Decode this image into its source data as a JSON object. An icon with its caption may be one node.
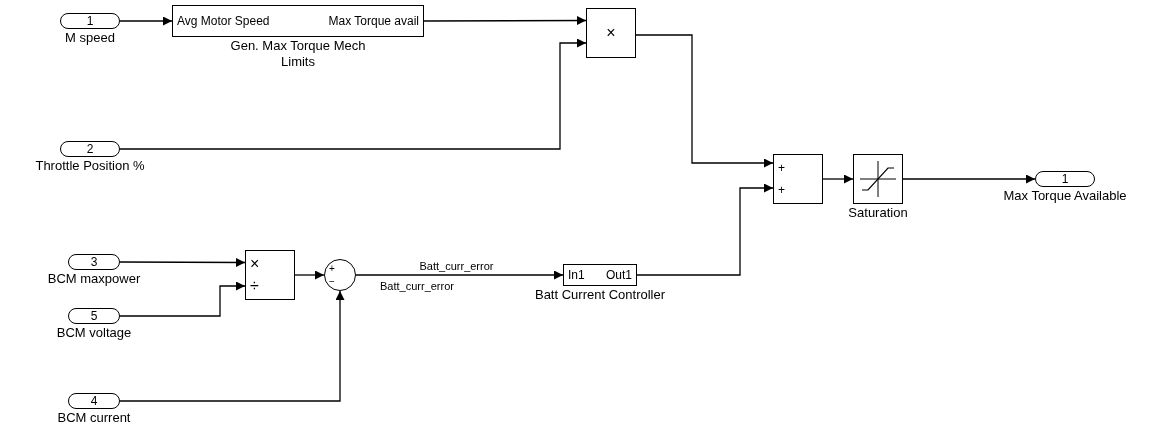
{
  "diagram": {
    "nodes": [
      {
        "text": [
          "1"
        ],
        "beside": [
          "M speed"
        ]
      },
      {
        "text": [
          "Avg Motor Speed",
          "Max Torque avail"
        ],
        "beside": [
          "Gen. Max Torque Mech Limits"
        ]
      },
      {
        "text": [
          "×"
        ]
      },
      {
        "text": [
          "2"
        ],
        "beside": [
          "Throttle Position %"
        ]
      },
      {
        "text": [
          "+",
          "+"
        ]
      },
      {
        "text": [],
        "shape": "box",
        "beside": [
          "Saturation"
        ]
      },
      {
        "text": [
          "1"
        ],
        "beside": [
          "Max Torque Available"
        ]
      },
      {
        "text": [
          "3"
        ],
        "beside": [
          "BCM maxpower"
        ]
      },
      {
        "text": [
          "×",
          "÷"
        ]
      },
      {
        "text": [
          "+",
          "−"
        ]
      },
      {
        "text": [
          "In1",
          "Out1"
        ],
        "beside": [
          "Batt Current Controller"
        ]
      },
      {
        "text": [
          "5"
        ],
        "beside": [
          "BCM voltage"
        ]
      },
      {
        "text": [
          "4"
        ],
        "beside": [
          "BCM current"
        ]
      }
    ],
    "edges": [
      {
        "from": 0,
        "to": 1,
        "arrow": "to"
      },
      {
        "from": 1,
        "to": 2,
        "arrow": "to"
      },
      {
        "from": 3,
        "to": 2,
        "arrow": "to"
      },
      {
        "from": 2,
        "to": 4,
        "arrow": "to"
      },
      {
        "from": 10,
        "to": 4,
        "arrow": "to"
      },
      {
        "from": 4,
        "to": 5,
        "arrow": "to"
      },
      {
        "from": 5,
        "to": 6,
        "arrow": "to"
      },
      {
        "from": 7,
        "to": 8,
        "arrow": "to"
      },
      {
        "from": 11,
        "to": 8,
        "arrow": "to"
      },
      {
        "from": 8,
        "to": 9,
        "arrow": "to"
      },
      {
        "from": 12,
        "to": 9,
        "arrow": "to"
      },
      {
        "from": 9,
        "to": 10,
        "arrow": "to",
        "label": "Batt_curr_error"
      }
    ],
    "labels": [
      "Batt_curr_error"
    ]
  }
}
